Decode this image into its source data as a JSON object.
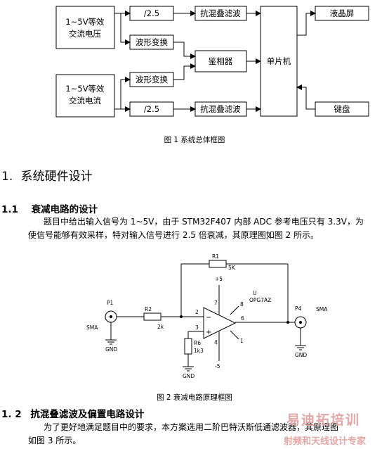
{
  "block_diagram": {
    "voltage_input": [
      "1~5V等效",
      "交流电压"
    ],
    "current_input": [
      "1~5V等效",
      "交流电流"
    ],
    "div_top": "/2.5",
    "div_bottom": "/2.5",
    "filter_top": "抗混叠滤波",
    "filter_bottom": "抗混叠滤波",
    "wave_top": "波形变换",
    "wave_bottom": "波形变换",
    "phase_detector": "鉴相器",
    "mcu": "单片机",
    "lcd": "液晶屏",
    "keyboard": "键盘"
  },
  "figure1_caption": "图 1 系统总体框图",
  "section1": {
    "num": "1.",
    "title": "系统硬件设计"
  },
  "section1_1": {
    "num": "1.1",
    "title": "衰减电路的设计",
    "para_line1": "题目中给出输入信号为 1~5V，由于 STM32F407 内部 ADC 参考电压只有 3.3V，为",
    "para_line2": "使信号能够有效采样，特对输入信号进行 2.5 倍衰减，其原理图如图 2 所示。"
  },
  "schematic": {
    "r1": "R1",
    "r1_val": "5K",
    "r2": "R2",
    "r2_val": "2k",
    "r6": "R6",
    "r6_val": "1k3",
    "u": "U",
    "u_part": "OPG7AZ",
    "vplus": "+5",
    "vminus": "-5",
    "p1": "P1",
    "p4": "P4",
    "sma_left": "SMA",
    "sma_right": "SMA",
    "gnd1": "GND",
    "gnd2": "GND",
    "gnd3": "GND",
    "pin2": "2",
    "pin3": "3",
    "pin4": "4",
    "pin6": "6",
    "pin7": "7",
    "pin8": "8",
    "pin1": "1"
  },
  "figure2_caption": "图 2 衰减电路原理框图",
  "section1_2": {
    "num": "1. 2",
    "title": "抗混叠滤波及偏置电路设计",
    "para_line1": "为了更好地满足题目中的要求，本方案选用二阶巴特沃斯低通滤波器，其原理图",
    "para_line2": "如图 3 所示。"
  },
  "watermark": {
    "brand": "易迪拓培训",
    "slogan": "射频和天线设计专家"
  }
}
